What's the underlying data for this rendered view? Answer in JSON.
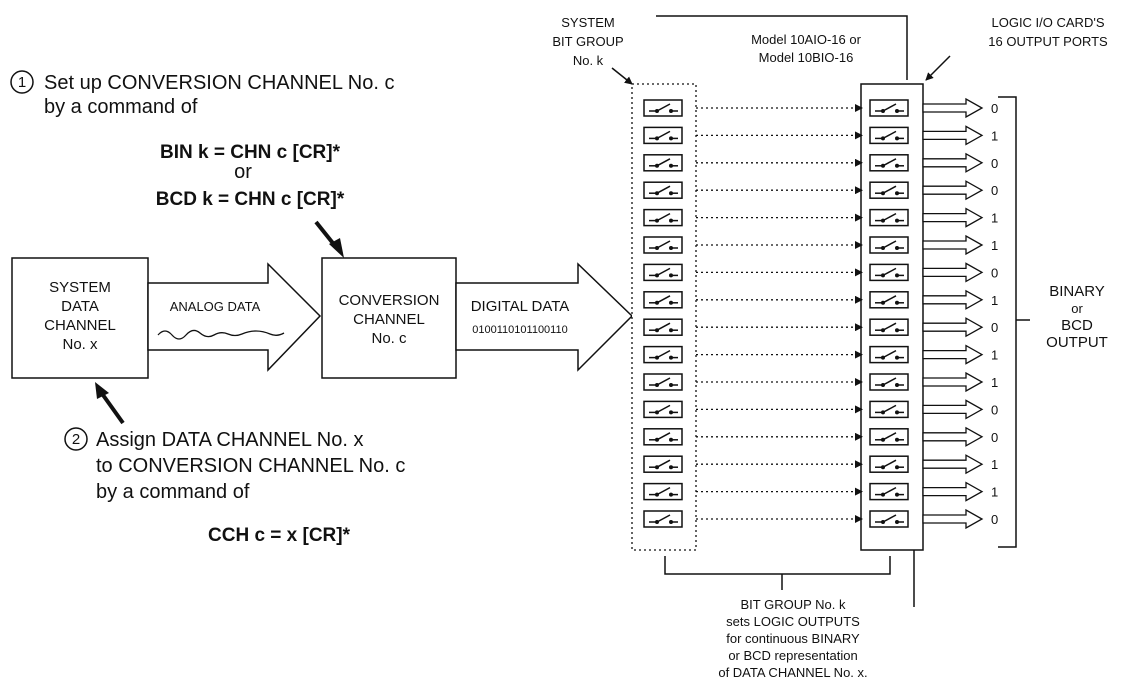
{
  "step1": {
    "number": "1",
    "line1": "Set up CONVERSION CHANNEL No. c",
    "line2": "by a command of",
    "cmd_bin": "BIN k = CHN c [CR]*",
    "or": "or",
    "cmd_bcd": "BCD k = CHN c [CR]*"
  },
  "step2": {
    "number": "2",
    "line1": "Assign DATA CHANNEL No. x",
    "line2": "to CONVERSION CHANNEL No. c",
    "line3": "by a command of",
    "cmd": "CCH c = x  [CR]*"
  },
  "system_data_channel": {
    "lines": [
      "SYSTEM",
      "DATA",
      "CHANNEL",
      "No. x"
    ]
  },
  "analog_arrow": {
    "label": "ANALOG DATA"
  },
  "conversion_channel": {
    "lines": [
      "CONVERSION",
      "CHANNEL",
      "No. c"
    ]
  },
  "digital_arrow": {
    "label": "DIGITAL DATA",
    "bits": "0100110101100110"
  },
  "system_bit_group": {
    "lines": [
      "SYSTEM",
      "BIT GROUP",
      "No. k"
    ]
  },
  "model_label": {
    "lines": [
      "Model 10AIO-16 or",
      "Model 10BIO-16"
    ]
  },
  "logic_card_label": {
    "lines": [
      "LOGIC I/O CARD'S",
      "16 OUTPUT PORTS"
    ]
  },
  "outputs": [
    "0",
    "1",
    "0",
    "0",
    "1",
    "1",
    "0",
    "1",
    "0",
    "1",
    "1",
    "0",
    "0",
    "1",
    "1",
    "0"
  ],
  "output_type": {
    "lines": [
      "BINARY",
      "or",
      "BCD",
      "OUTPUT"
    ]
  },
  "bottom_note": {
    "lines": [
      "BIT GROUP No. k",
      "sets LOGIC OUTPUTS",
      "for continuous BINARY",
      "or BCD representation",
      "of DATA CHANNEL No. x."
    ]
  }
}
